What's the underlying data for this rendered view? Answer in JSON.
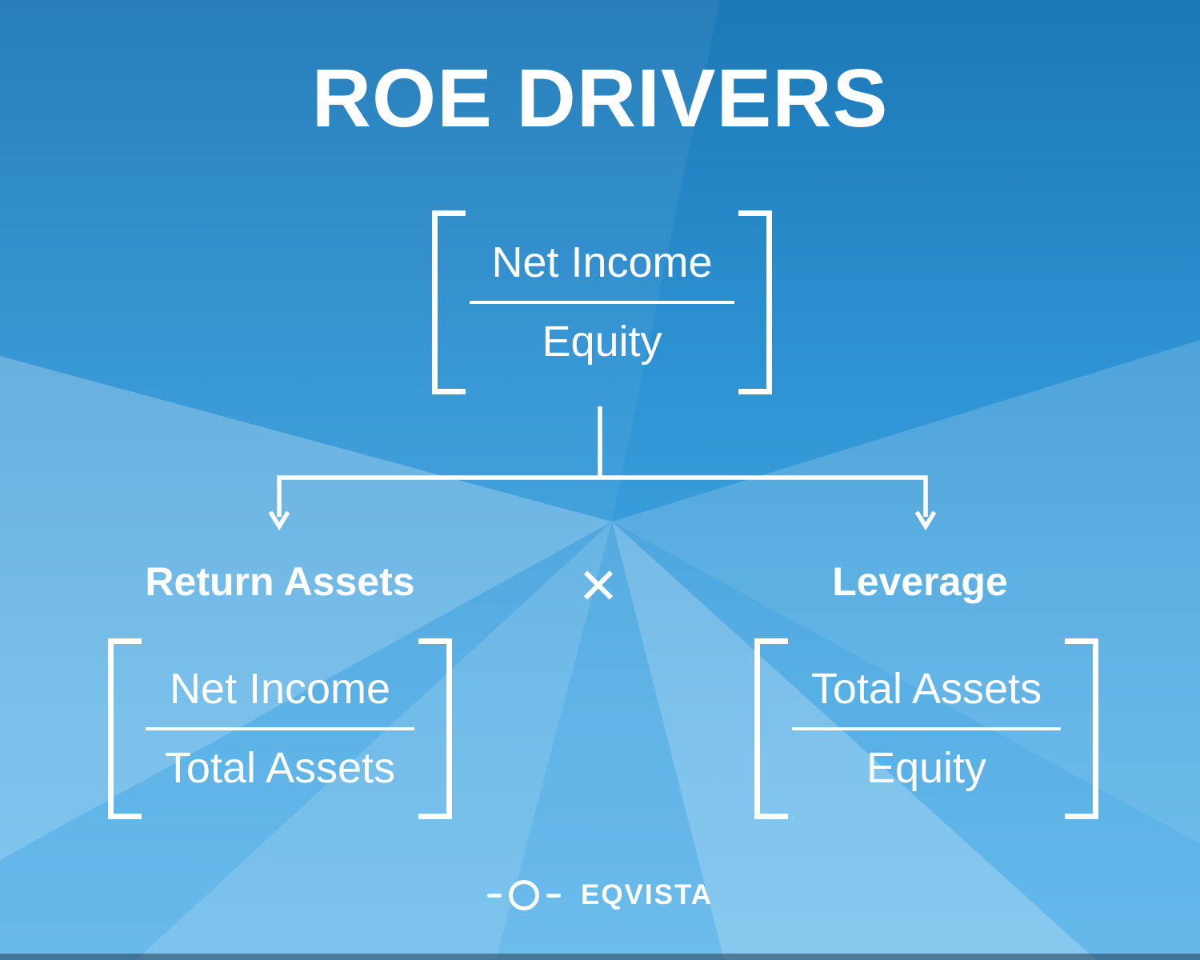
{
  "title": "ROE DRIVERS",
  "formula": {
    "numerator": "Net Income",
    "denominator": "Equity"
  },
  "operator": "✕",
  "branches": {
    "left": {
      "label": "Return Assets",
      "numerator": "Net Income",
      "denominator": "Total Assets"
    },
    "right": {
      "label": "Leverage",
      "numerator": "Total Assets",
      "denominator": "Equity"
    }
  },
  "brand": {
    "name": "EQVISTA",
    "icon": "circle-dash-logo-icon"
  },
  "colors": {
    "background_top": "#1c78b6",
    "background_mid": "#2f94d4",
    "background_bottom": "#55b1e9",
    "text": "#ffffff"
  }
}
